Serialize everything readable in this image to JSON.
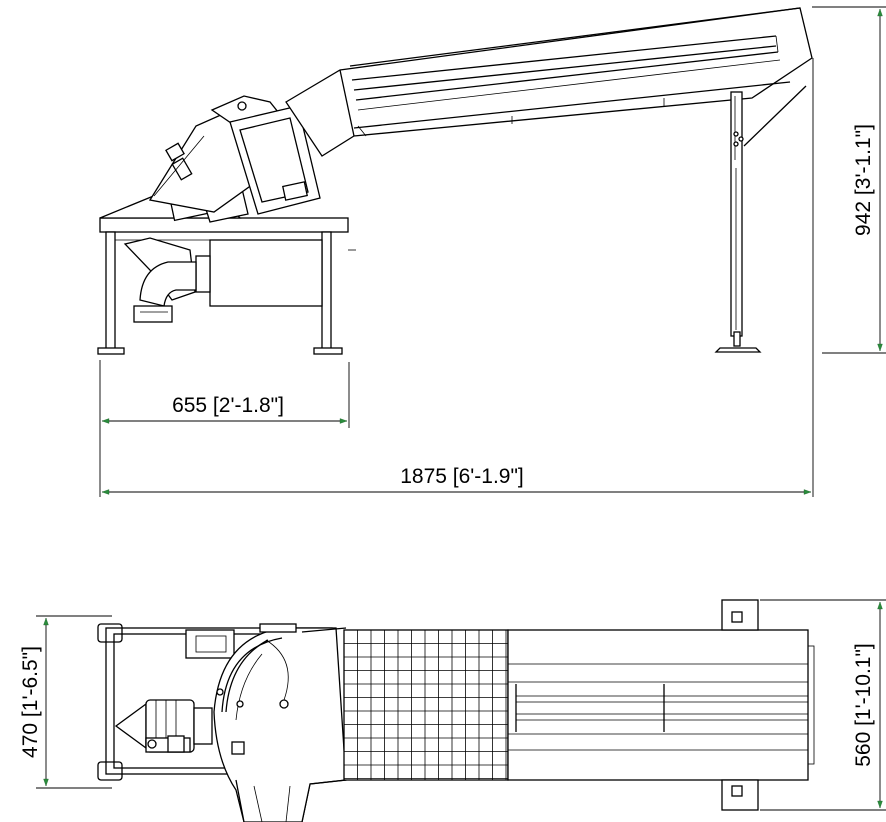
{
  "dimensions": {
    "side_width_partial": "655 [2'-1.8\"]",
    "side_width_total": "1875 [6'-1.9\"]",
    "side_height": "942 [3'-1.1\"]",
    "top_frame_width": "470 [1'-6.5\"]",
    "top_conveyor_width": "560 [1'-10.1\"]"
  },
  "colors": {
    "arrow": "#2a8c3c",
    "line": "#000000"
  },
  "views": [
    "side-view",
    "top-view"
  ]
}
